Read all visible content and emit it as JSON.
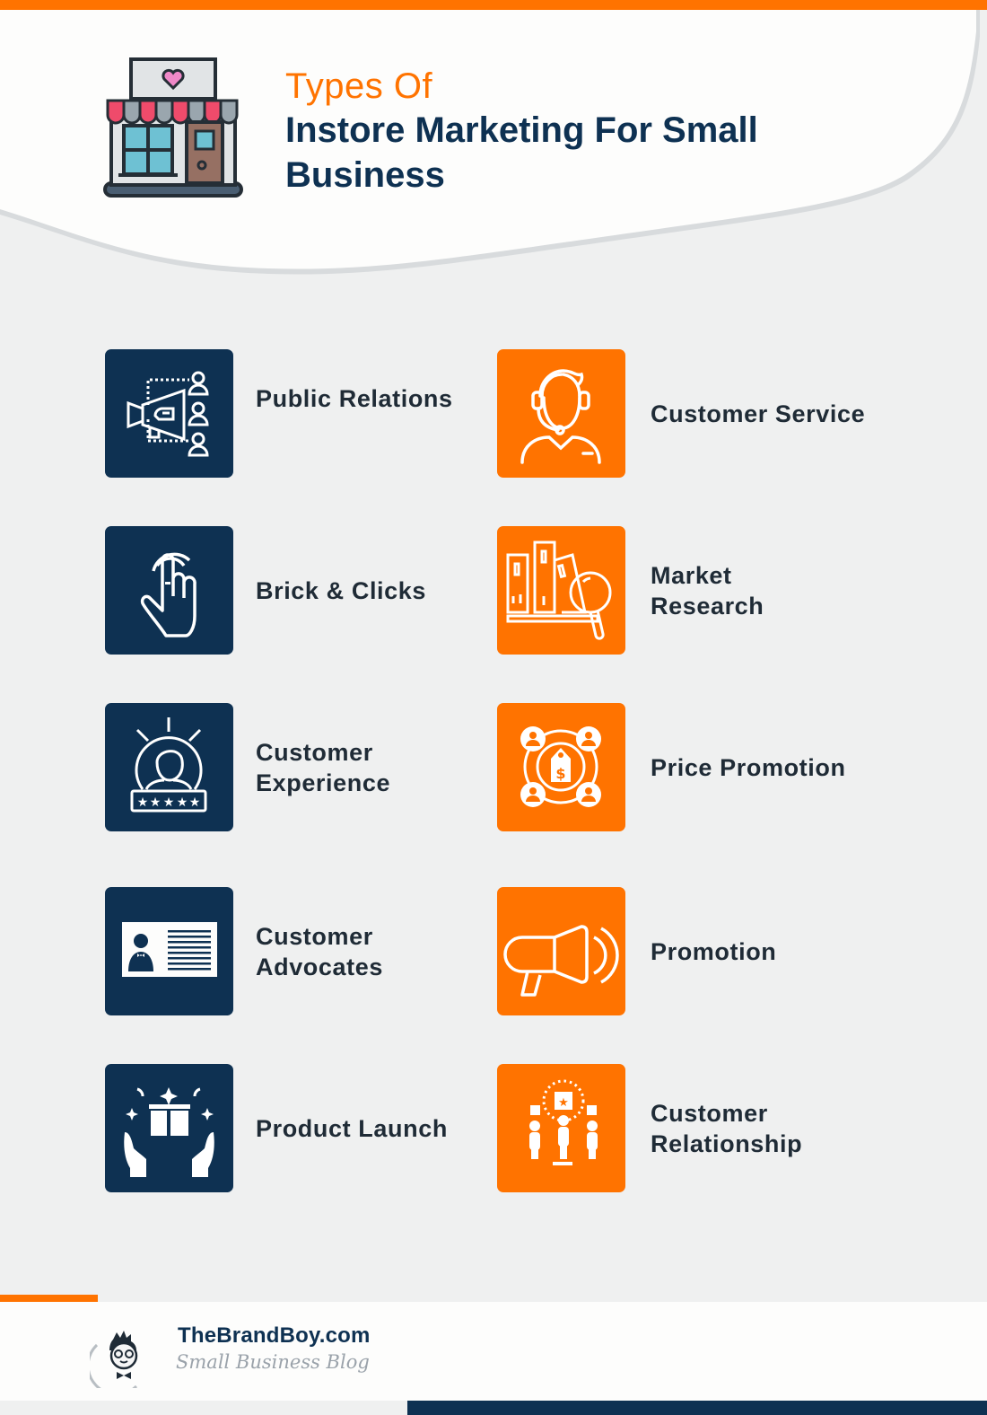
{
  "header": {
    "title_pre": "Types Of",
    "title_main": "Instore Marketing For Small Business",
    "icon": "storefront-icon"
  },
  "colors": {
    "accent_orange": "#ff7300",
    "navy": "#0e3152",
    "background": "#eff0f0",
    "label_text": "#1f2b36"
  },
  "items": {
    "left": [
      {
        "label_lines": [
          "Public Relations"
        ],
        "icon": "megaphone-audience-icon",
        "tile_color": "navy"
      },
      {
        "label_lines": [
          "Brick & Clicks"
        ],
        "icon": "tap-hand-icon",
        "tile_color": "navy"
      },
      {
        "label_lines": [
          "Customer",
          "Experience"
        ],
        "icon": "five-star-customer-icon",
        "tile_color": "navy"
      },
      {
        "label_lines": [
          "Customer",
          "Advocates"
        ],
        "icon": "id-card-icon",
        "tile_color": "navy"
      },
      {
        "label_lines": [
          "Product Launch"
        ],
        "icon": "gift-hands-icon",
        "tile_color": "navy"
      }
    ],
    "right": [
      {
        "label_lines": [
          "Customer Service"
        ],
        "icon": "headset-agent-icon",
        "tile_color": "orange"
      },
      {
        "label_lines": [
          "Market",
          "Research"
        ],
        "icon": "books-magnifier-icon",
        "tile_color": "orange"
      },
      {
        "label_lines": [
          "Price Promotion"
        ],
        "icon": "price-tag-network-icon",
        "tile_color": "orange"
      },
      {
        "label_lines": [
          "Promotion"
        ],
        "icon": "megaphone-icon",
        "tile_color": "orange"
      },
      {
        "label_lines": [
          "Customer",
          "Relationship"
        ],
        "icon": "people-star-icon",
        "tile_color": "orange"
      }
    ]
  },
  "footer": {
    "brand_name": "TheBrandBoy.com",
    "tagline": "Small Business Blog",
    "logo_icon": "brand-boy-avatar-icon"
  }
}
